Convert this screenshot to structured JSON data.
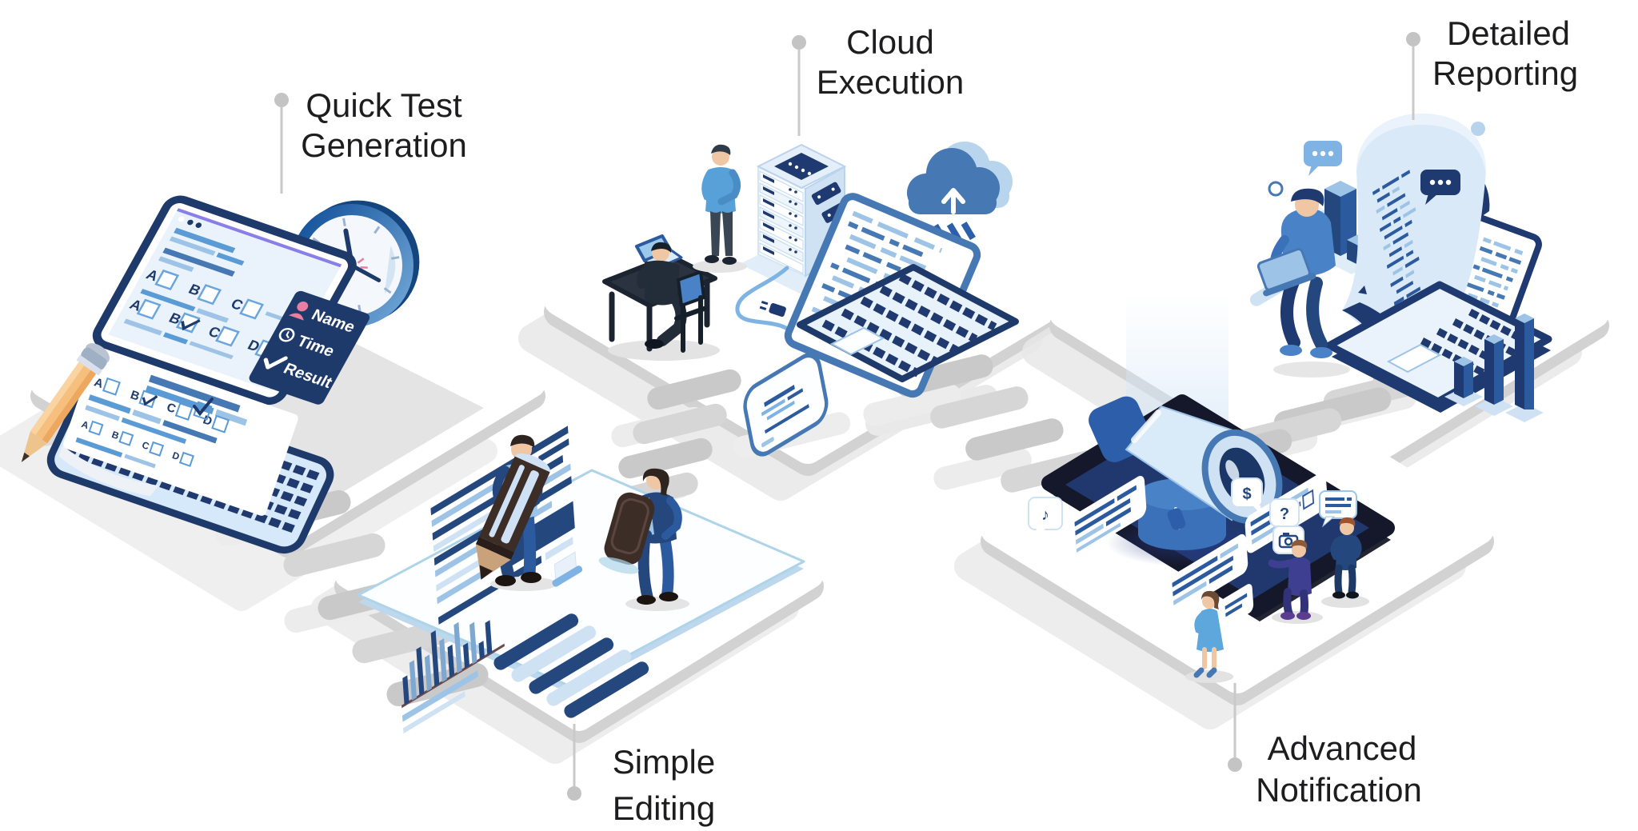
{
  "background": "#ffffff",
  "palette": {
    "navy": "#1f3a70",
    "dark_navy": "#24477e",
    "blue": "#4678b4",
    "mid_blue": "#2c5a9e",
    "sky_blue": "#9dc3e6",
    "light_blue": "#cfe2f4",
    "pale_blue": "#e8f2fb",
    "step_gray": "#c9c9c9",
    "step_gray_light": "#e3e3e3",
    "label_text": "#1d1d1f",
    "pencil_wood": "#f6bf7e",
    "accent_pink": "#e87ea1",
    "skin": "#f0c7a5",
    "eraser_brown": "#3d2d27"
  },
  "labels": [
    {
      "id": "quick-test-generation",
      "lines": [
        "Quick Test",
        "Generation"
      ]
    },
    {
      "id": "cloud-execution",
      "lines": [
        "Cloud",
        "Execution"
      ]
    },
    {
      "id": "simple-editing",
      "lines": [
        "Simple",
        "Editing"
      ]
    },
    {
      "id": "advanced-notification",
      "lines": [
        "Advanced",
        "Notification"
      ]
    },
    {
      "id": "detailed-reporting",
      "lines": [
        "Detailed",
        "Reporting"
      ]
    }
  ],
  "quick_test_scene": {
    "info_badge": {
      "name": "Name",
      "time": "Time",
      "result": "Result"
    },
    "answer_letters": [
      "A",
      "B",
      "C",
      "D"
    ],
    "icons": [
      "user-icon",
      "clock-icon",
      "check-icon"
    ]
  },
  "cloud_execution_scene": {
    "icons": [
      "cloud-upload-icon",
      "server-icon",
      "laptop-code-icon"
    ]
  },
  "simple_editing_scene": {
    "icons": [
      "giant-pencil-icon",
      "eraser-icon",
      "bar-chart-icon"
    ]
  },
  "notification_scene": {
    "dollar_glyph": "$",
    "question_glyph": "?",
    "music_note_glyph": "♪",
    "icons": [
      "megaphone-icon",
      "dollar-bubble-icon",
      "question-bubble-icon",
      "camera-bubble-icon",
      "music-bubble-icon",
      "chat-bubble-icon"
    ]
  },
  "reporting_scene": {
    "icons": [
      "receipt-scroll-icon",
      "cube-chart-icon",
      "3d-bar-chart-icon",
      "speech-bubble-icon"
    ]
  }
}
